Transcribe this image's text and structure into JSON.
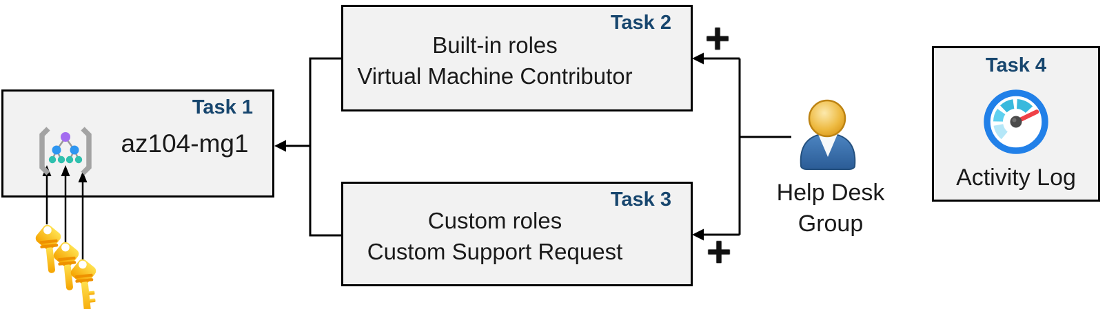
{
  "boxes": {
    "task1": {
      "tag": "Task 1",
      "name": "az104-mg1"
    },
    "task2": {
      "tag": "Task 2",
      "line1": "Built-in roles",
      "line2": "Virtual Machine Contributor"
    },
    "task3": {
      "tag": "Task 3",
      "line1": "Custom roles",
      "line2": "Custom Support Request"
    },
    "task4": {
      "tag": "Task 4",
      "caption": "Activity Log"
    }
  },
  "actor": {
    "line1": "Help Desk",
    "line2": "Group"
  },
  "operators": {
    "plus_top": "+",
    "plus_bottom": "+"
  },
  "icons": {
    "task1": "management-group-icon",
    "task1_sources": "access-keys-icon",
    "actor": "help-desk-person-icon",
    "task4": "activity-log-gauge-icon"
  },
  "colors": {
    "box_fill": "#f2f2f2",
    "box_border": "#000000",
    "task_label": "#17466e",
    "text": "#1a1a1a",
    "connector": "#000000",
    "key_gold": "#ffc913",
    "key_stripe": "#ee9100",
    "gauge_ring": "#2180e8",
    "gauge_segment": "#39b9dd",
    "gauge_segment_light": "#b5e7f8",
    "gauge_needle": "#ef4147",
    "person_body": "#33679f",
    "person_head": "#e8ac3a",
    "mg_purple": "#a36cf0",
    "mg_blue": "#2e96f1",
    "mg_teal": "#2fc0ae",
    "mg_brace": "#a3a3a3"
  }
}
